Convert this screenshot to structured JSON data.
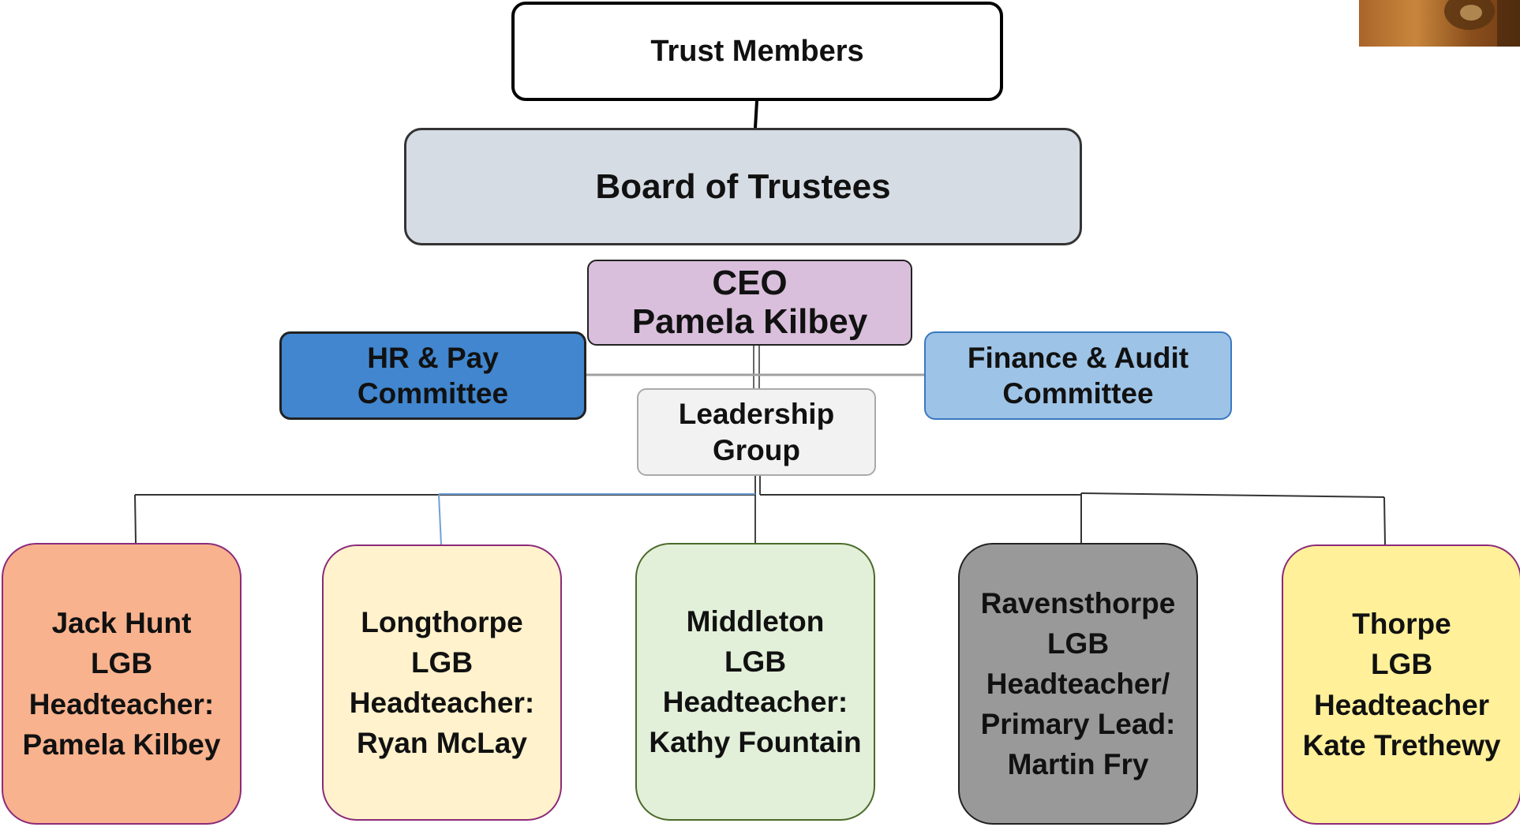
{
  "org_chart": {
    "trust_members": "Trust Members",
    "board": "Board of Trustees",
    "ceo": {
      "role": "CEO",
      "name": "Pamela Kilbey"
    },
    "committees": {
      "hr_pay": [
        "HR & Pay",
        "Committee"
      ],
      "finance_audit": [
        "Finance & Audit",
        "Committee"
      ]
    },
    "leadership_group": [
      "Leadership",
      "Group"
    ],
    "lgbs": [
      {
        "lines": [
          "Jack Hunt",
          "LGB",
          "Headteacher:",
          "Pamela Kilbey"
        ]
      },
      {
        "lines": [
          "Longthorpe",
          "LGB",
          "Headteacher:",
          "Ryan McLay"
        ]
      },
      {
        "lines": [
          "Middleton",
          "LGB",
          "Headteacher:",
          "Kathy Fountain"
        ]
      },
      {
        "lines": [
          "Ravensthorpe",
          "LGB",
          "Headteacher/",
          "Primary Lead:",
          "Martin Fry"
        ]
      },
      {
        "lines": [
          "Thorpe",
          "LGB",
          "Headteacher",
          "Kate Trethewy"
        ]
      }
    ]
  },
  "colors": {
    "board": "#d6dce4",
    "ceo": "#d9bfdc",
    "hr_pay": "#4186cf",
    "finance_audit": "#9dc3e6",
    "leadership": "#f2f2f2",
    "jack_hunt": "#f8b28e",
    "longthorpe": "#fff2cc",
    "middleton": "#e2efd9",
    "ravensthorpe": "#999999",
    "thorpe": "#fff099"
  }
}
